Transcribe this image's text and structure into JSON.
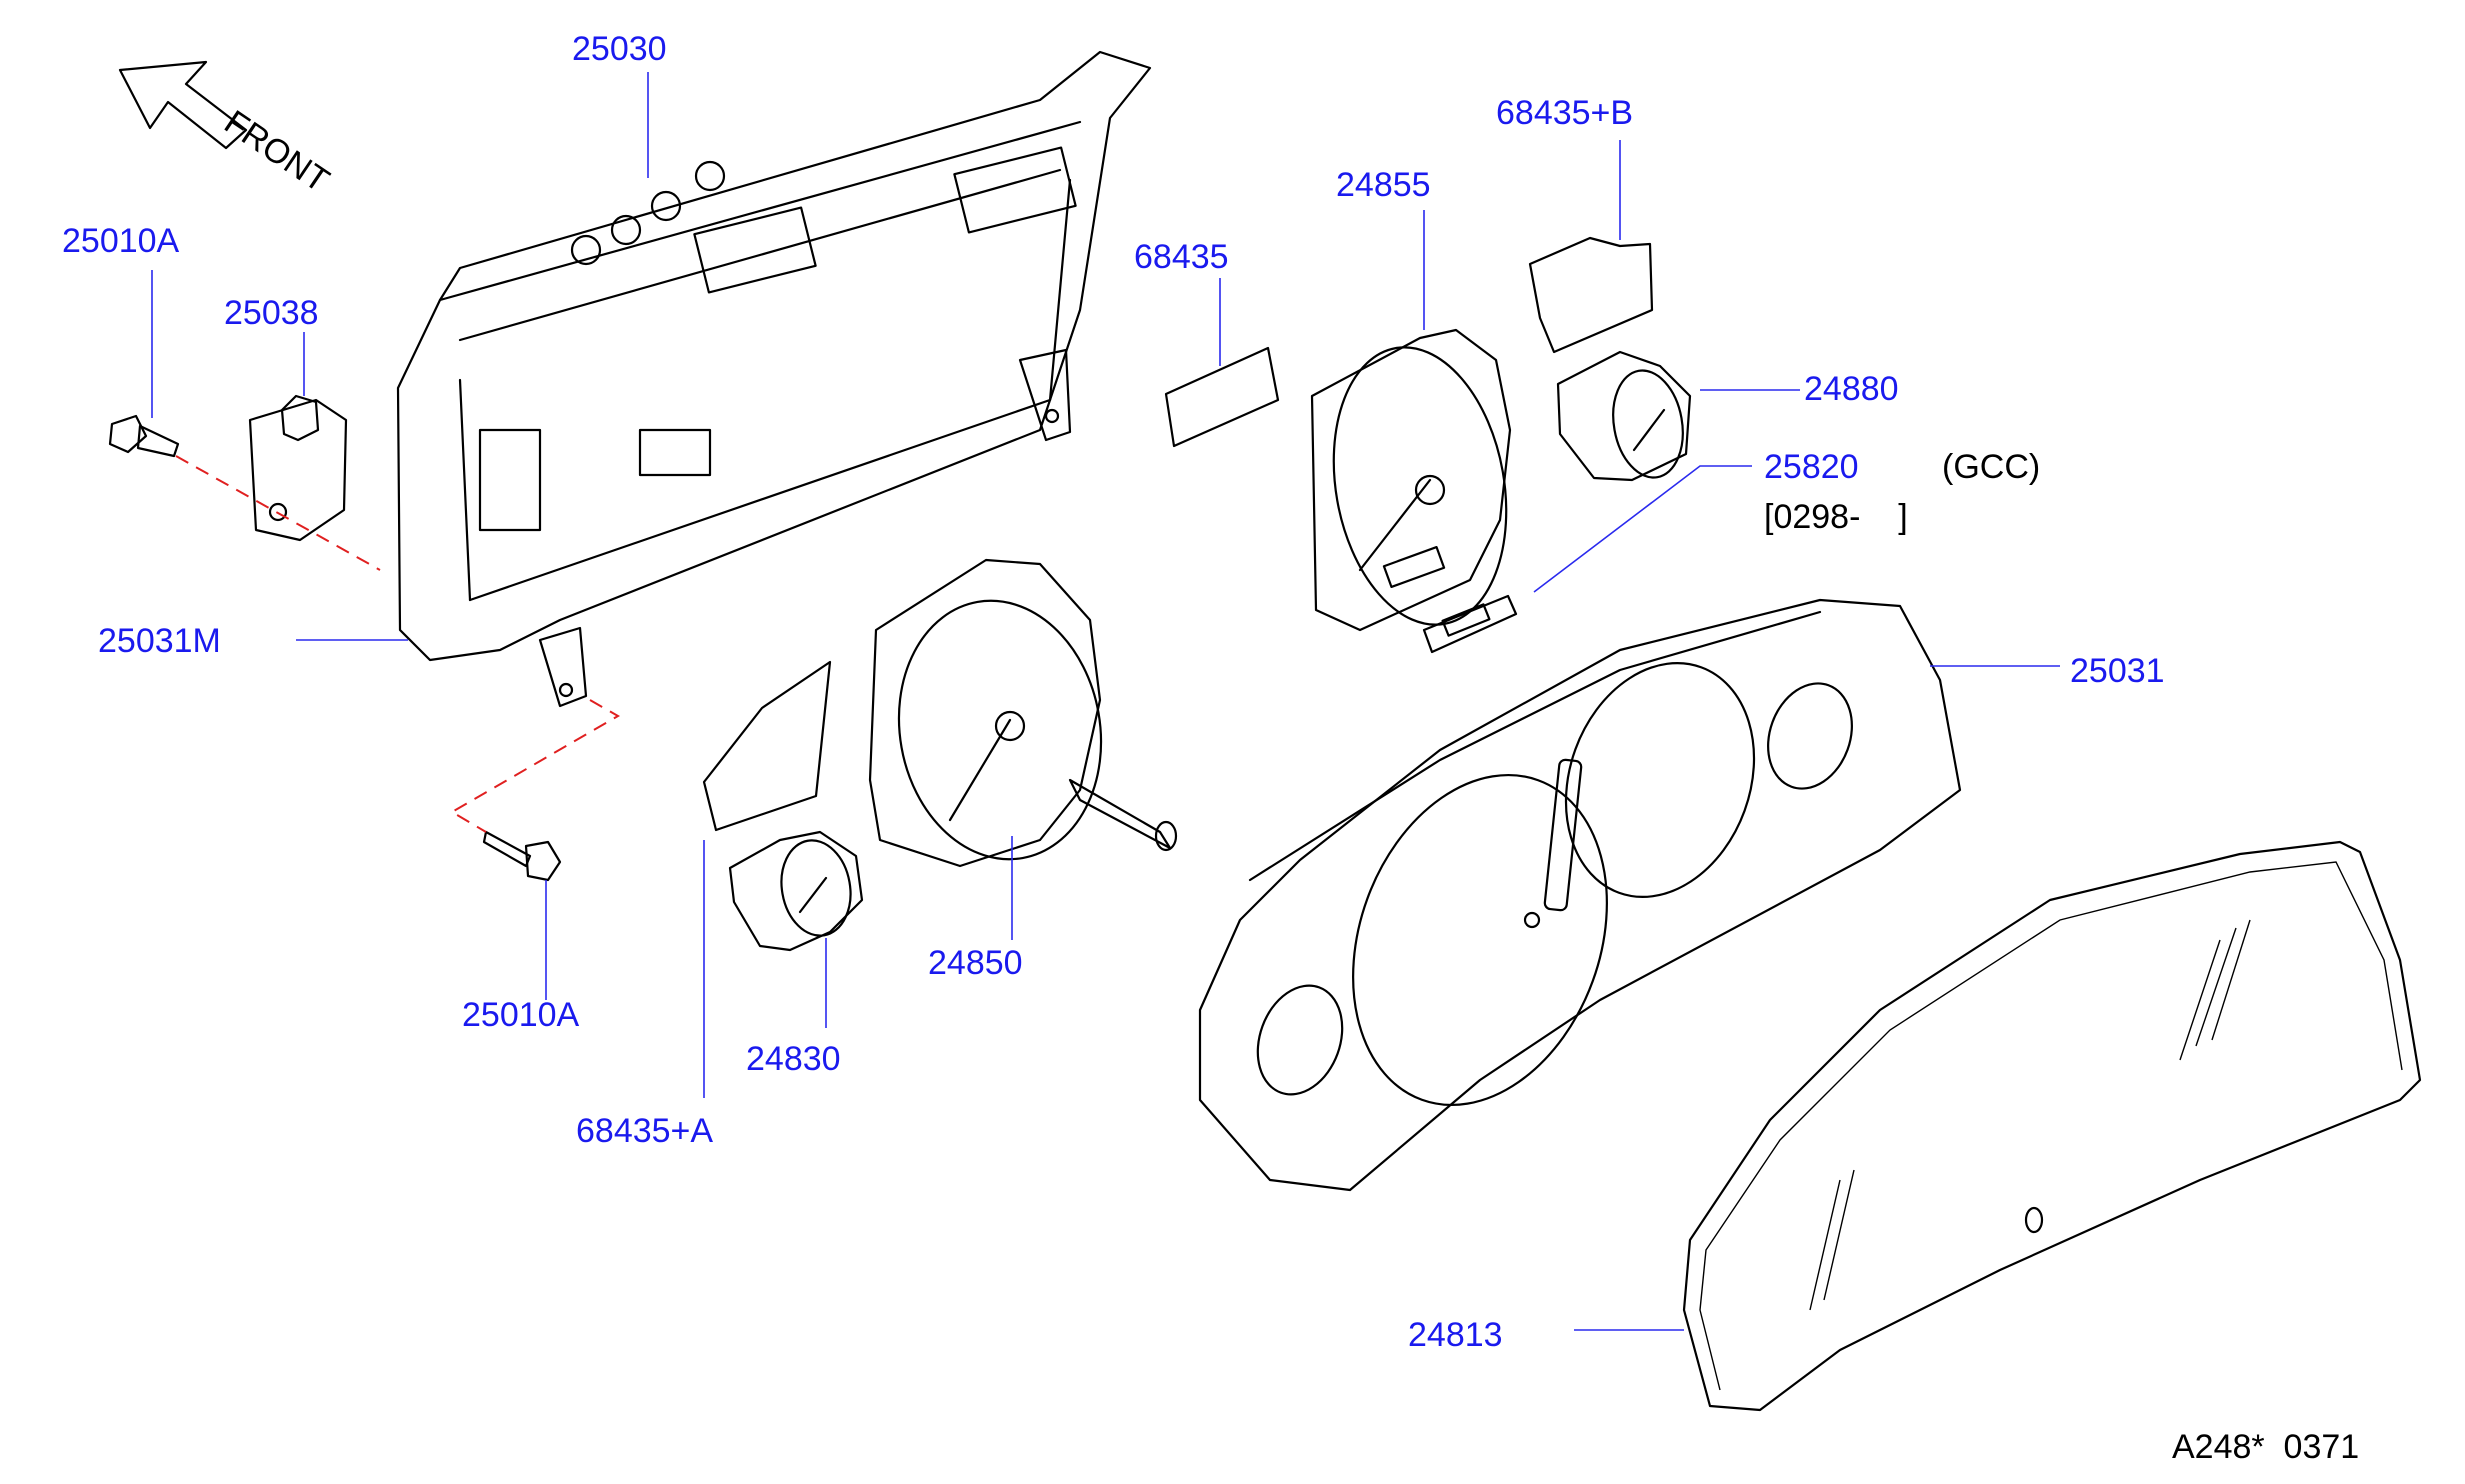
{
  "diagram": {
    "orientation_label": "FRONT",
    "reference_code": "A248*  0371",
    "colors": {
      "label": "#1a1aee",
      "leader": "#2a2aee",
      "linework": "#000000",
      "hidden_line": "#e02020"
    },
    "parts": [
      {
        "id": "p25030",
        "number": "25030"
      },
      {
        "id": "p25010a_top",
        "number": "25010A"
      },
      {
        "id": "p25038",
        "number": "25038"
      },
      {
        "id": "p25031m",
        "number": "25031M"
      },
      {
        "id": "p25010a_bottom",
        "number": "25010A"
      },
      {
        "id": "p68435",
        "number": "68435"
      },
      {
        "id": "p68435b",
        "number": "68435+B"
      },
      {
        "id": "p24855",
        "number": "24855"
      },
      {
        "id": "p24880",
        "number": "24880"
      },
      {
        "id": "p25820",
        "number": "25820",
        "note": "(GCC)",
        "range": "[0298-    ]"
      },
      {
        "id": "p25031",
        "number": "25031"
      },
      {
        "id": "p24850",
        "number": "24850"
      },
      {
        "id": "p24830",
        "number": "24830"
      },
      {
        "id": "p68435a",
        "number": "68435+A"
      },
      {
        "id": "p24813",
        "number": "24813"
      }
    ]
  }
}
